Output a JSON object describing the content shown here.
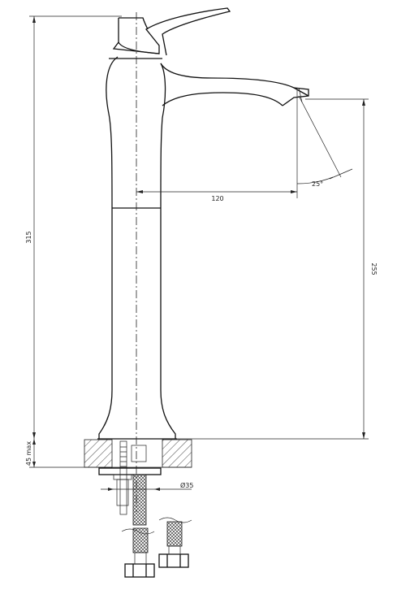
{
  "dimensions": {
    "total_height": "315",
    "spout_height": "255",
    "spout_reach": "120",
    "spout_angle": "25°",
    "deck_thickness": "45 max",
    "shank_diameter": "Ø35"
  },
  "colors": {
    "line": "#111111",
    "background": "#ffffff"
  }
}
